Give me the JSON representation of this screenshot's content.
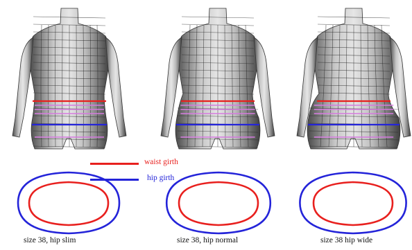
{
  "legend": {
    "waist": {
      "label": "waist girth",
      "color": "#e8201e"
    },
    "hip": {
      "label": "hip girth",
      "color": "#2424d9"
    }
  },
  "accent_pink": "#d67adf",
  "body_color": "#9a9a9a",
  "variants": [
    {
      "caption": "size 38, hip slim",
      "hip_variant": "slim"
    },
    {
      "caption": "size 38, hip normal",
      "hip_variant": "normal"
    },
    {
      "caption": "size 38 hip wide",
      "hip_variant": "wide"
    }
  ]
}
